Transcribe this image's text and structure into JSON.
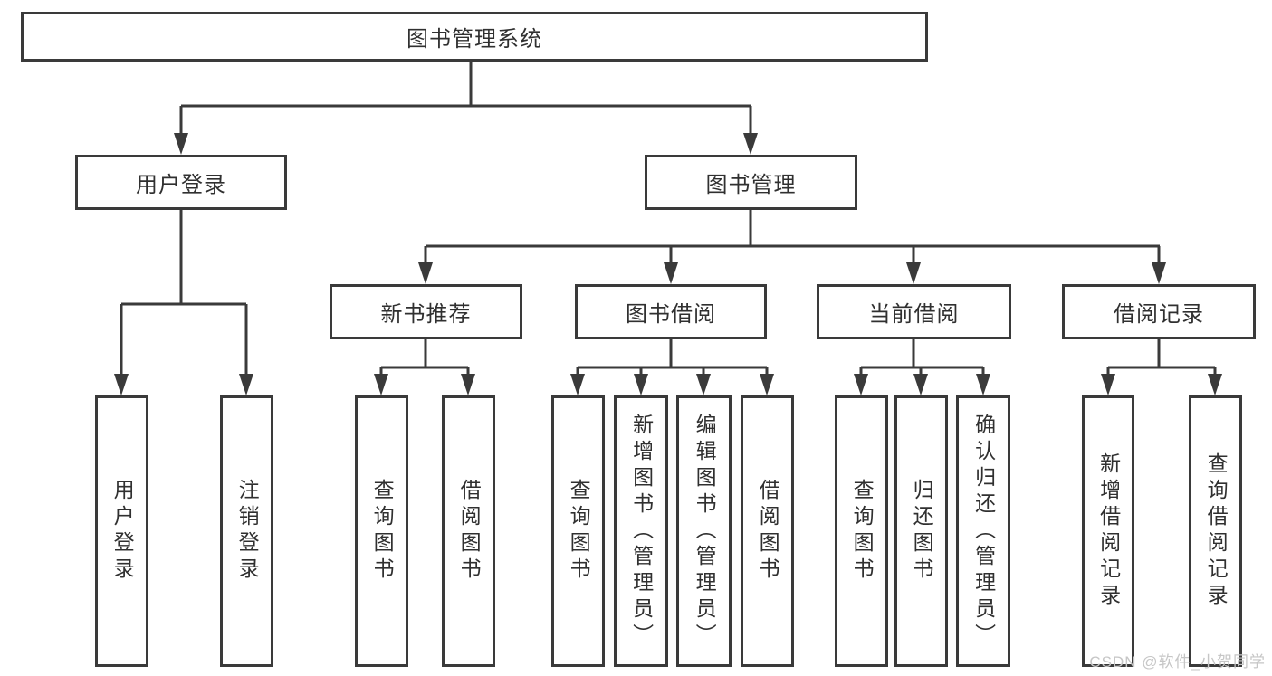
{
  "diagram": {
    "nodes": {
      "root": {
        "label": "图书管理系统"
      },
      "user_login": {
        "label": "用户登录"
      },
      "book_mgmt": {
        "label": "图书管理"
      },
      "new_book_rec": {
        "label": "新书推荐"
      },
      "book_borrow": {
        "label": "图书借阅"
      },
      "current_borrow": {
        "label": "当前借阅"
      },
      "borrow_records": {
        "label": "借阅记录"
      },
      "leaf_user_login": {
        "label": "用户登录"
      },
      "leaf_logout": {
        "label": "注销登录"
      },
      "leaf_query_book_1": {
        "label": "查询图书"
      },
      "leaf_borrow_book_1": {
        "label": "借阅图书"
      },
      "leaf_query_book_2": {
        "label": "查询图书"
      },
      "leaf_add_book": {
        "label": "新增图书（管理员）"
      },
      "leaf_edit_book": {
        "label": "编辑图书（管理员）"
      },
      "leaf_borrow_book_2": {
        "label": "借阅图书"
      },
      "leaf_query_book_3": {
        "label": "查询图书"
      },
      "leaf_return_book": {
        "label": "归还图书"
      },
      "leaf_confirm_return": {
        "label": "确认归还（管理员）"
      },
      "leaf_add_record": {
        "label": "新增借阅记录"
      },
      "leaf_query_record": {
        "label": "查询借阅记录"
      }
    },
    "colors": {
      "line": "#3a3a3a",
      "text": "#303030",
      "watermark": "#c6c6c6"
    }
  },
  "watermark": {
    "text": "CSDN @软件_小贺同学"
  }
}
